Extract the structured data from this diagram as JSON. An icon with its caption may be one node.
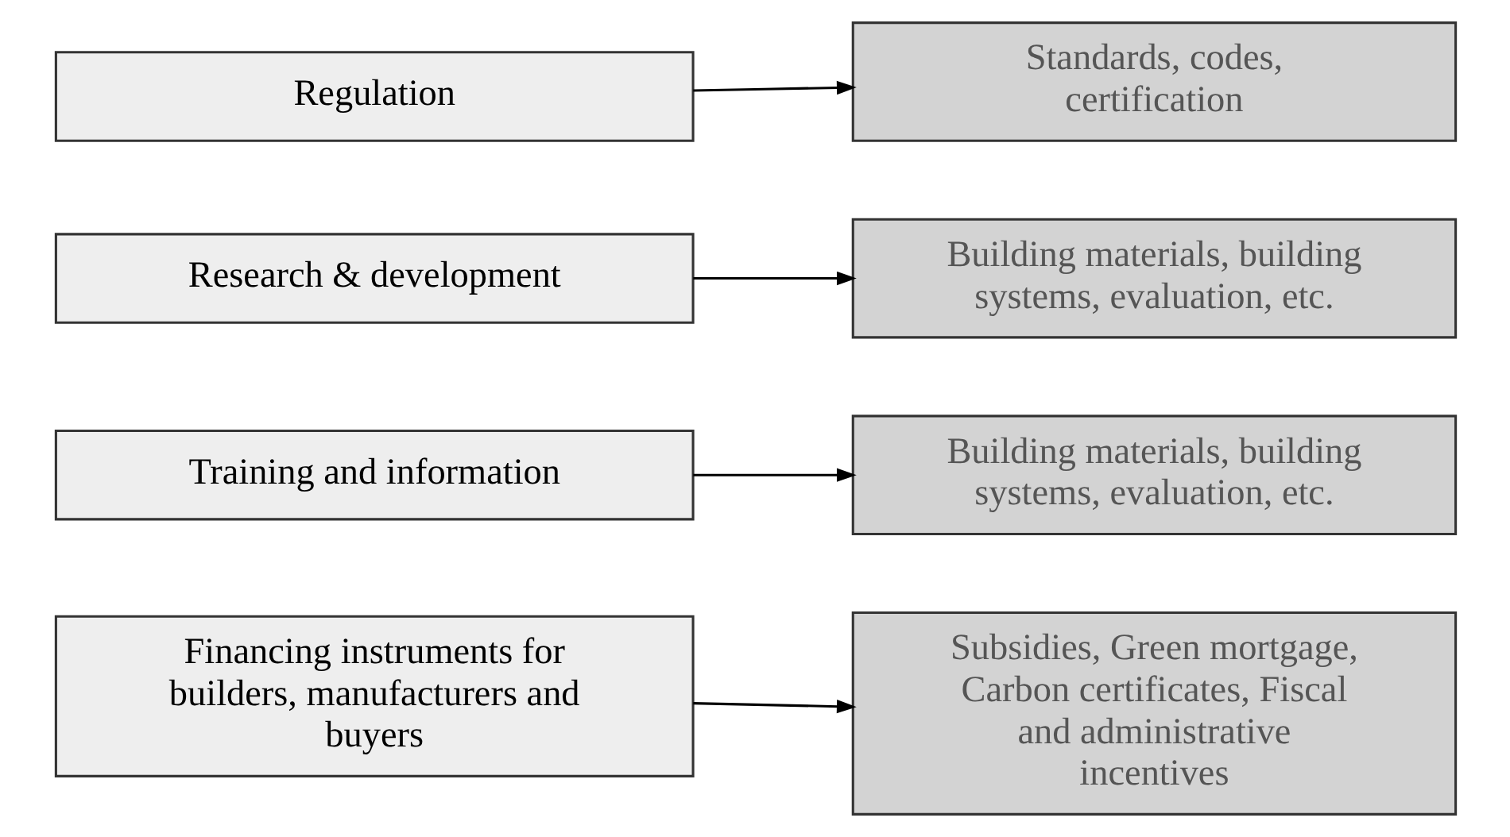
{
  "diagram": {
    "nodes": [
      {
        "text": [
          "Regulation"
        ]
      },
      {
        "text": [
          "Standards, codes, certification"
        ]
      },
      {
        "text": [
          "Research & development"
        ]
      },
      {
        "text": [
          "Building materials, building systems, evaluation, etc."
        ]
      },
      {
        "text": [
          "Training and information"
        ]
      },
      {
        "text": [
          "Building materials, building systems, evaluation, etc."
        ]
      },
      {
        "text": [
          "Financing instruments for builders, manufacturers and buyers"
        ]
      },
      {
        "text": [
          "Subsidies, Green mortgage, Carbon certificates, Fiscal and administrative incentives"
        ]
      }
    ],
    "edges": [
      {
        "from": 0,
        "to": 1,
        "arrow": "to"
      },
      {
        "from": 2,
        "to": 3,
        "arrow": "to"
      },
      {
        "from": 4,
        "to": 5,
        "arrow": "to"
      },
      {
        "from": 6,
        "to": 7,
        "arrow": "to"
      }
    ]
  }
}
